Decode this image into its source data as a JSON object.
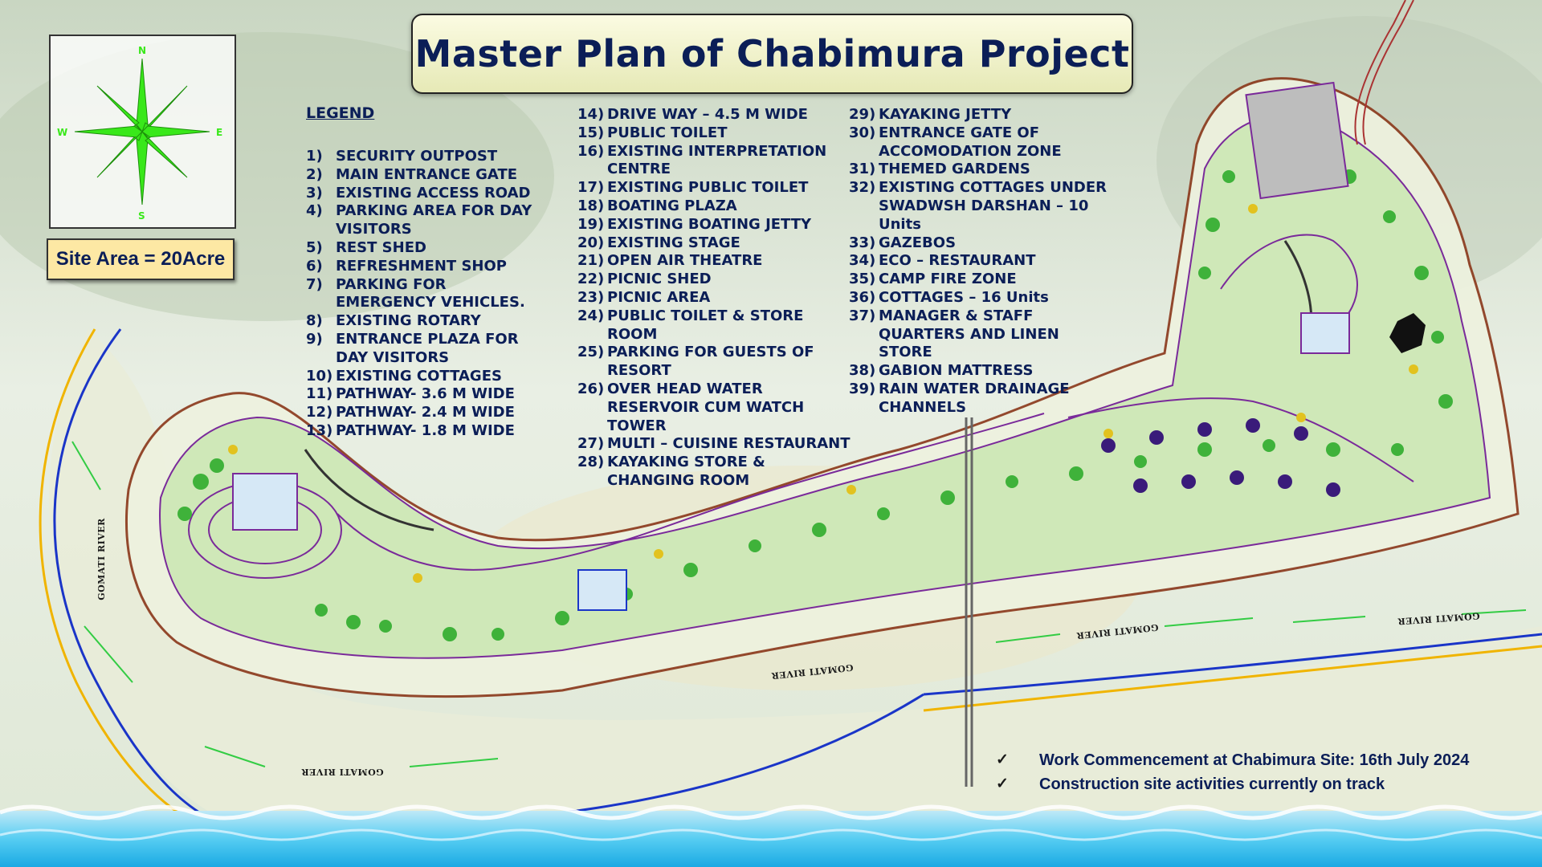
{
  "title": "Master Plan of Chabimura Project",
  "site_area": "Site Area = 20Acre",
  "compass": {
    "icon": "compass-rose-icon",
    "color": "#39e81a"
  },
  "legend": {
    "heading": "LEGEND",
    "columns": [
      [
        {
          "num": "1)",
          "text": "SECURITY OUTPOST"
        },
        {
          "num": "2)",
          "text": "MAIN ENTRANCE GATE"
        },
        {
          "num": "3)",
          "text": "EXISTING ACCESS ROAD"
        },
        {
          "num": "4)",
          "text": "PARKING AREA FOR DAY VISITORS"
        },
        {
          "num": "5)",
          "text": "REST SHED"
        },
        {
          "num": "6)",
          "text": "REFRESHMENT SHOP"
        },
        {
          "num": "7)",
          "text": "PARKING FOR EMERGENCY VEHICLES."
        },
        {
          "num": "8)",
          "text": "EXISTING ROTARY"
        },
        {
          "num": "9)",
          "text": "ENTRANCE PLAZA FOR DAY VISITORS"
        },
        {
          "num": "10)",
          "text": "EXISTING COTTAGES"
        },
        {
          "num": "11)",
          "text": "PATHWAY- 3.6 M WIDE"
        },
        {
          "num": "12)",
          "text": "PATHWAY- 2.4 M WIDE"
        },
        {
          "num": "13)",
          "text": "PATHWAY- 1.8 M WIDE"
        }
      ],
      [
        {
          "num": "14)",
          "text": "DRIVE WAY – 4.5 M WIDE"
        },
        {
          "num": "15)",
          "text": "PUBLIC TOILET"
        },
        {
          "num": "16)",
          "text": "EXISTING INTERPRETATION CENTRE"
        },
        {
          "num": "17)",
          "text": "EXISTING PUBLIC TOILET"
        },
        {
          "num": "18)",
          "text": "BOATING PLAZA"
        },
        {
          "num": "19)",
          "text": "EXISTING BOATING JETTY"
        },
        {
          "num": "20)",
          "text": "EXISTING STAGE"
        },
        {
          "num": "21)",
          "text": "OPEN AIR THEATRE"
        },
        {
          "num": "22)",
          "text": "PICNIC SHED"
        },
        {
          "num": "23)",
          "text": "PICNIC AREA"
        },
        {
          "num": "24)",
          "text": "PUBLIC TOILET & STORE ROOM"
        },
        {
          "num": "25)",
          "text": "PARKING FOR GUESTS OF RESORT"
        },
        {
          "num": "26)",
          "text": "OVER HEAD WATER RESERVOIR CUM WATCH TOWER"
        },
        {
          "num": "27)",
          "text": "MULTI – CUISINE RESTAURANT"
        },
        {
          "num": "28)",
          "text": "KAYAKING STORE  & CHANGING ROOM"
        }
      ],
      [
        {
          "num": "29)",
          "text": "KAYAKING JETTY"
        },
        {
          "num": "30)",
          "text": "ENTRANCE GATE OF ACCOMODATION ZONE"
        },
        {
          "num": "31)",
          "text": "THEMED GARDENS"
        },
        {
          "num": "32)",
          "text": "EXISTING COTTAGES UNDER SWADWSH DARSHAN – 10 Units"
        },
        {
          "num": "33)",
          "text": "GAZEBOS"
        },
        {
          "num": "34)",
          "text": "ECO – RESTAURANT"
        },
        {
          "num": "35)",
          "text": "CAMP FIRE ZONE"
        },
        {
          "num": "36)",
          "text": "COTTAGES – 16 Units"
        },
        {
          "num": "37)",
          "text": "MANAGER & STAFF QUARTERS AND LINEN STORE"
        },
        {
          "num": "38)",
          "text": "GABION MATTRESS"
        },
        {
          "num": "39)",
          "text": "RAIN WATER DRAINAGE CHANNELS"
        }
      ]
    ]
  },
  "river_labels": [
    "GOMATI RIVER",
    "GOMATI RIVER",
    "GOMATI RIVER",
    "GOMATI RIVER",
    "GOMATI RIVER"
  ],
  "notes": [
    "Work Commencement at Chabimura Site: 16th July 2024",
    "Construction site activities currently on track"
  ],
  "colors": {
    "title_text": "#0b1e57",
    "title_bg": "#f4f4c8",
    "site_area_bg": "#fde8a4",
    "river_line": "#1a35c8",
    "river_bank": "#f0b400",
    "water_wave": "#35c8f0",
    "landscape_green": "#3fb23a",
    "path_purple": "#7a2a9a"
  }
}
